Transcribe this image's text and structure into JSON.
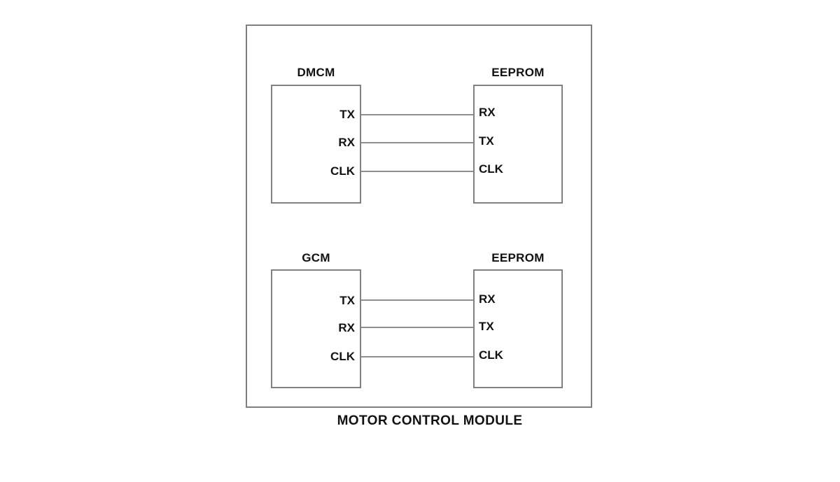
{
  "diagram": {
    "caption": "MOTOR CONTROL MODULE",
    "colors": {
      "background": "#ffffff",
      "box_border": "#808080",
      "wire": "#8f8f8f",
      "text": "#111111"
    },
    "groups": [
      {
        "left_box": {
          "title": "DMCM",
          "pins": [
            "TX",
            "RX",
            "CLK"
          ]
        },
        "right_box": {
          "title": "EEPROM",
          "pins": [
            "RX",
            "TX",
            "CLK"
          ]
        },
        "connections": [
          {
            "from": "TX",
            "to": "RX"
          },
          {
            "from": "RX",
            "to": "TX"
          },
          {
            "from": "CLK",
            "to": "CLK"
          }
        ]
      },
      {
        "left_box": {
          "title": "GCM",
          "pins": [
            "TX",
            "RX",
            "CLK"
          ]
        },
        "right_box": {
          "title": "EEPROM",
          "pins": [
            "RX",
            "TX",
            "CLK"
          ]
        },
        "connections": [
          {
            "from": "TX",
            "to": "RX"
          },
          {
            "from": "RX",
            "to": "TX"
          },
          {
            "from": "CLK",
            "to": "CLK"
          }
        ]
      }
    ]
  }
}
